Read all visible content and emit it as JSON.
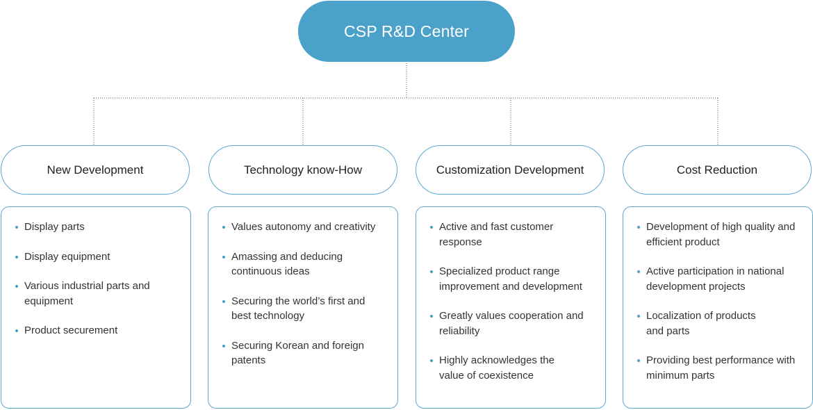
{
  "root": {
    "label": "CSP R&D Center"
  },
  "accent_color": "#4aa1c9",
  "columns": [
    {
      "title": "New Development",
      "items": [
        "Display parts",
        "Display equipment",
        "Various industrial parts and equipment",
        "Product securement"
      ]
    },
    {
      "title": "Technology know-How",
      "items": [
        "Values autonomy and creativity",
        "Amassing and deducing continuous ideas",
        "Securing the world’s first and best technology",
        "Securing Korean and foreign patents"
      ]
    },
    {
      "title": "Customization Development",
      "items": [
        "Active and fast customer response",
        "Specialized product range improvement and development",
        "Greatly values cooperation and reliability",
        "Highly acknowledges the value of coexistence"
      ]
    },
    {
      "title": "Cost Reduction",
      "items": [
        "Development of high quality and efficient product",
        "Active participation in national development projects",
        "Localization of products and parts",
        "Providing best performance with minimum parts"
      ]
    }
  ]
}
